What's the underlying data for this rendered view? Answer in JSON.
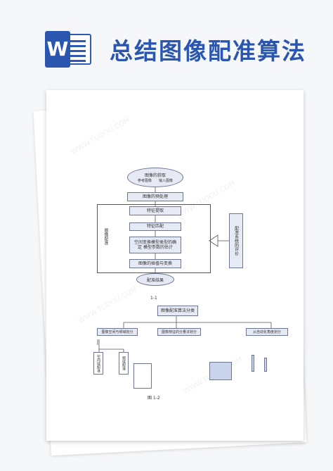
{
  "header": {
    "logo_letter": "W",
    "title": "总结图像配准算法"
  },
  "figure1": {
    "top_ellipse": {
      "title": "图像的获取",
      "left": "参考图像",
      "right": "输入图像"
    },
    "preprocess": "图像的预处理",
    "frame_label": "图像配准",
    "steps": [
      "特征提取",
      "特征匹配",
      "空间变换模型类型的确定 模型参数的估计",
      "图像的插值与变换"
    ],
    "side_box": "配准系统的评价",
    "bottom_ellipse": "配准结果",
    "caption": "1-1"
  },
  "figure2": {
    "root": "图像配准算法分类",
    "children": [
      "图像空间与频域划分",
      "图像特征的分量法划分",
      "从自动化角度划分"
    ],
    "sub_vertical": [
      "空间域配准",
      "频域配准"
    ],
    "caption": "图 1-2"
  },
  "colors": {
    "accent": "#2b56b0",
    "box_fill": "#e6eaf4",
    "box_border": "#6c7591"
  }
}
